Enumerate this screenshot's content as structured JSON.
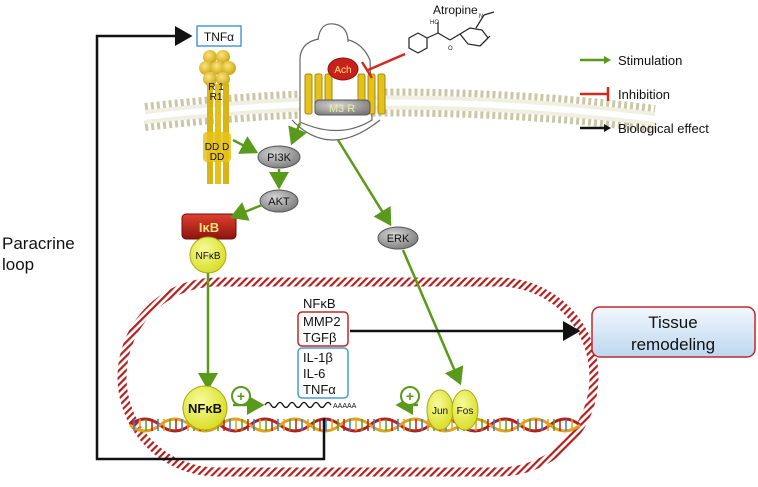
{
  "labels": {
    "tnf_top": "TNFα",
    "atropine": "Atropine",
    "ach": "Ach",
    "m3r": "M3 R",
    "receptor_r_top": "R   1",
    "receptor_r_bottom": "R1",
    "death_domain_top": "DD  D",
    "death_domain_bottom": "DD",
    "pi3k": "PI3K",
    "akt": "AKT",
    "ikb": "IκB",
    "nfkb_cyto": "NFκB",
    "erk": "ERK",
    "paracrine_line1": "Paracrine",
    "paracrine_line2": "loop",
    "gene_nfkb": "NFκB",
    "gene_mmp2": "MMP2",
    "gene_tgfb": "TGFβ",
    "gene_il1b": "IL-1β",
    "gene_il6": "IL-6",
    "gene_tnfa": "TNFα",
    "nfkb_nuc": "NFκB",
    "jun": "Jun",
    "fos": "Fos",
    "tissue_line1": "Tissue",
    "tissue_line2": "remodeling",
    "dna_tail": "AAAAA",
    "plus": "+"
  },
  "legend": [
    {
      "label": "Stimulation",
      "color": "#5a9a1a"
    },
    {
      "label": "Inhibition",
      "color": "#d42a1e"
    },
    {
      "label": "Biological effect",
      "color": "#111111"
    }
  ],
  "colors": {
    "stimulation": "#5a9a1a",
    "inhibition": "#d42a1e",
    "effect": "#111111",
    "membrane": "#d8d6b8",
    "nucleus": "#b42020",
    "receptor": "#e5c21a",
    "node_gray": "#9a9a9a",
    "nfkb_fill": "#e5ec3a",
    "ikb_fill": "#c8201a",
    "tnf_box": "#4a9ad6",
    "tissue_fill": "#cfe3f5",
    "tissue_border": "#c0282a"
  }
}
